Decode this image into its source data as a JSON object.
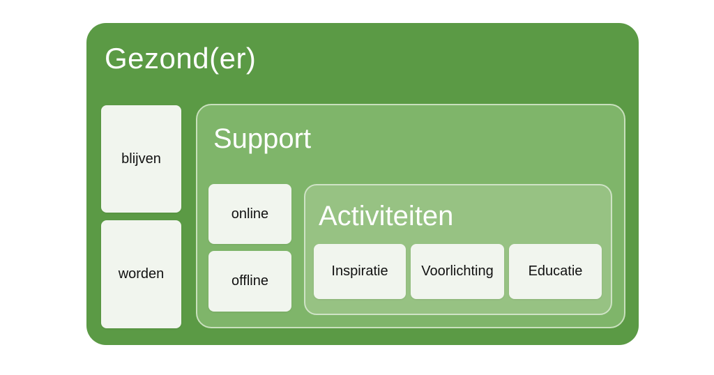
{
  "outer": {
    "title": "Gezond(er)"
  },
  "left_cards": [
    "blijven",
    "worden"
  ],
  "support": {
    "title": "Support",
    "cards": [
      "online",
      "offline"
    ]
  },
  "activiteiten": {
    "title": "Activiteiten",
    "cards": [
      "Inspiratie",
      "Voorlichting",
      "Educatie"
    ]
  },
  "colors": {
    "outer_green": "#5b9a45",
    "support_green": "#7fb56a",
    "activiteiten_green": "#97c283",
    "card_fill": "#f1f5ee"
  }
}
